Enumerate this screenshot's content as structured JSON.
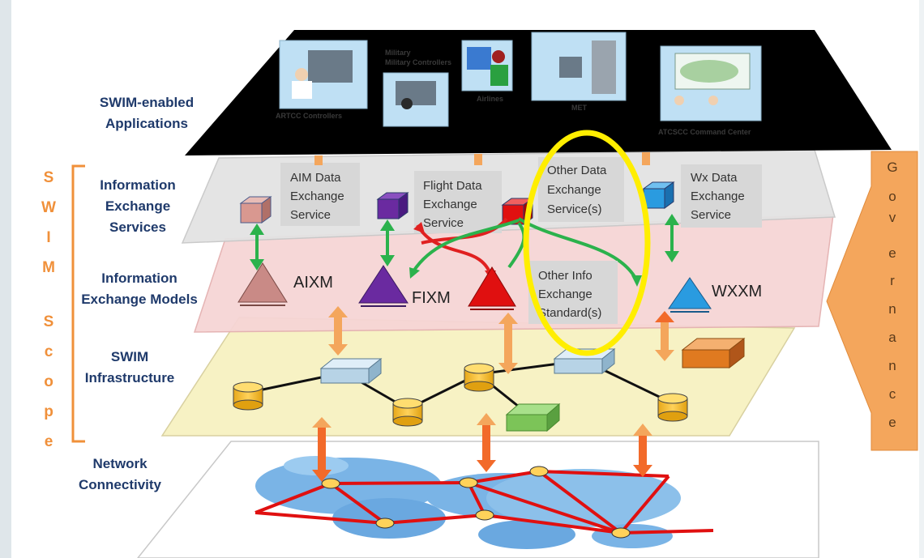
{
  "layer_labels": {
    "applications": [
      "SWIM-enabled",
      "Applications"
    ],
    "services": [
      "Information",
      "Exchange",
      "Services"
    ],
    "models": [
      "Information",
      "Exchange Models"
    ],
    "infrastructure": [
      "SWIM",
      "Infrastructure"
    ],
    "network": [
      "Network",
      "Connectivity"
    ]
  },
  "scope_letters": [
    "S",
    "W",
    "I",
    "M",
    "S",
    "c",
    "o",
    "p",
    "e"
  ],
  "governance_letters": [
    "G",
    "o",
    "v",
    "e",
    "r",
    "n",
    "a",
    "n",
    "c",
    "e"
  ],
  "services": [
    {
      "lines": [
        "AIM Data",
        "Exchange",
        "Service"
      ]
    },
    {
      "lines": [
        "Flight Data",
        "Exchange",
        "Service"
      ]
    },
    {
      "lines": [
        "Other Data",
        "Exchange",
        "Service(s)"
      ]
    },
    {
      "lines": [
        "Wx Data",
        "Exchange",
        "Service"
      ]
    }
  ],
  "models": [
    {
      "label": "AIXM",
      "color": "#c98a86"
    },
    {
      "label": "FIXM",
      "color": "#6a2aa0"
    },
    {
      "label": "",
      "color": "#e01010"
    },
    {
      "label": "WXXM",
      "color": "#2a9be0"
    }
  ],
  "other_info": [
    "Other Info",
    "Exchange",
    "Standard(s)"
  ],
  "app_captions": [
    "ARTCC Controllers",
    "Military Controllers",
    "Airlines",
    "MET",
    "ATCSCC Command Center"
  ],
  "colors": {
    "app_plane": "#000000",
    "service_plane": "#e3e3e3",
    "model_plane": "#f6d5d5",
    "infra_plane": "#f7f2c4",
    "network_plane": "#ffffff",
    "highlight": "#ffee00",
    "governance": "#f4a65c",
    "link_green": "#2bb24c",
    "link_red": "#e02020",
    "net_line": "#e01010",
    "scope": "#f0903a"
  }
}
